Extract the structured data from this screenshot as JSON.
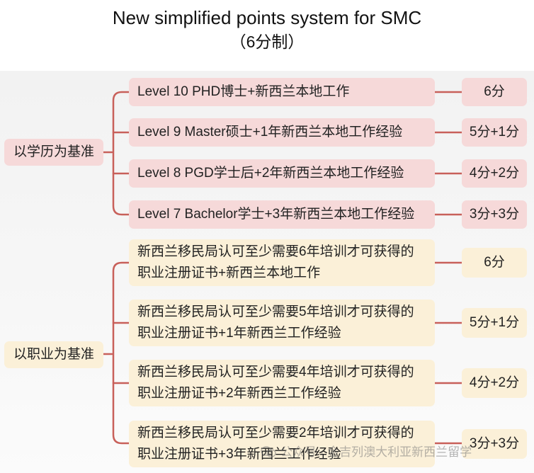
{
  "title": "New simplified points system for SMC",
  "subtitle": "（6分制）",
  "groups": [
    {
      "root": "以学历为基准",
      "items": [
        {
          "text": "Level 10 PHD博士+新西兰本地工作",
          "score": "6分"
        },
        {
          "text": "Level 9 Master硕士+1年新西兰本地工作经验",
          "score": "5分+1分"
        },
        {
          "text": "Level 8 PGD学士后+2年新西兰本地工作经验",
          "score": "4分+2分"
        },
        {
          "text": "Level 7 Bachelor学士+3年新西兰本地工作经验",
          "score": "3分+3分"
        }
      ]
    },
    {
      "root": "以职业为基准",
      "items": [
        {
          "line1": "新西兰移民局认可至少需要6年培训才可获得的",
          "line2": "职业注册证书+新西兰本地工作",
          "score": "6分"
        },
        {
          "line1": "新西兰移民局认可至少需要5年培训才可获得的",
          "line2": "职业注册证书+1年新西兰工作经验",
          "score": "5分+1分"
        },
        {
          "line1": "新西兰移民局认可至少需要4年培训才可获得的",
          "line2": "职业注册证书+2年新西兰工作经验",
          "score": "4分+2分"
        },
        {
          "line1": "新西兰移民局认可至少需要2年培训才可获得的",
          "line2": "职业注册证书+3年新西兰工作经验",
          "score": "3分+3分"
        }
      ]
    }
  ],
  "watermark": "公众号 · 金吉列澳大利亚新西兰留学",
  "colors": {
    "connector": "#c8605a",
    "pink_node": "#f6d9d9",
    "cream_node": "#fbf0d8"
  }
}
